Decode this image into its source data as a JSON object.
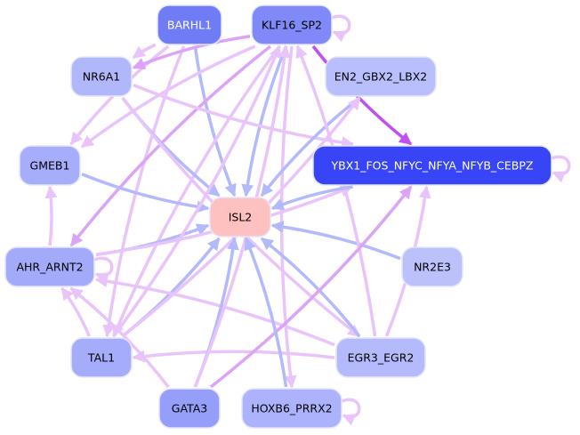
{
  "graph": {
    "type": "directed-network",
    "nodes": [
      {
        "id": "BARHL1",
        "label": "BARHL1",
        "fill": "#6f7cf6",
        "text": "#ffffff"
      },
      {
        "id": "KLF16_SP2",
        "label": "KLF16_SP2",
        "fill": "#7f8af8",
        "text": "#000000"
      },
      {
        "id": "NR6A1",
        "label": "NR6A1",
        "fill": "#b1b7fb",
        "text": "#000000"
      },
      {
        "id": "EN2_GBX2_LBX2",
        "label": "EN2_GBX2_LBX2",
        "fill": "#b9bffc",
        "text": "#000000"
      },
      {
        "id": "GMEB1",
        "label": "GMEB1",
        "fill": "#a6adfa",
        "text": "#000000"
      },
      {
        "id": "YBX1_FOS_NFYC_NFYA_NFYB_CEBPZ",
        "label": "YBX1_FOS_NFYC_NFYA_NFYB_CEBPZ",
        "fill": "#3745f6",
        "text": "#ffffff"
      },
      {
        "id": "ISL2",
        "label": "ISL2",
        "fill": "#ffc0c0",
        "text": "#000000"
      },
      {
        "id": "AHR_ARNT2",
        "label": "AHR_ARNT2",
        "fill": "#a3aaf9",
        "text": "#000000"
      },
      {
        "id": "NR2E3",
        "label": "NR2E3",
        "fill": "#bcc1fc",
        "text": "#000000"
      },
      {
        "id": "TAL1",
        "label": "TAL1",
        "fill": "#a5acfa",
        "text": "#000000"
      },
      {
        "id": "EGR3_EGR2",
        "label": "EGR3_EGR2",
        "fill": "#b4bafb",
        "text": "#000000"
      },
      {
        "id": "GATA3",
        "label": "GATA3",
        "fill": "#959ef9",
        "text": "#000000"
      },
      {
        "id": "HOXB6_PRRX2",
        "label": "HOXB6_PRRX2",
        "fill": "#acb2fb",
        "text": "#000000"
      }
    ],
    "edge_colors": {
      "blue": "#b3bafb",
      "light_purple": "#e8c4fb",
      "mid_purple": "#dca4f7",
      "dark_purple": "#c050f0"
    },
    "edges": [
      {
        "from": "BARHL1",
        "to": "ISL2",
        "color": "blue"
      },
      {
        "from": "BARHL1",
        "to": "NR6A1",
        "color": "light_purple"
      },
      {
        "from": "BARHL1",
        "to": "GMEB1",
        "color": "light_purple"
      },
      {
        "from": "BARHL1",
        "to": "TAL1",
        "color": "light_purple"
      },
      {
        "from": "KLF16_SP2",
        "to": "KLF16_SP2",
        "color": "light_purple"
      },
      {
        "from": "KLF16_SP2",
        "to": "NR6A1",
        "color": "mid_purple"
      },
      {
        "from": "KLF16_SP2",
        "to": "ISL2",
        "color": "blue"
      },
      {
        "from": "KLF16_SP2",
        "to": "YBX1_FOS_NFYC_NFYA_NFYB_CEBPZ",
        "color": "dark_purple"
      },
      {
        "from": "KLF16_SP2",
        "to": "AHR_ARNT2",
        "color": "mid_purple"
      },
      {
        "from": "KLF16_SP2",
        "to": "GMEB1",
        "color": "light_purple"
      },
      {
        "from": "KLF16_SP2",
        "to": "TAL1",
        "color": "light_purple"
      },
      {
        "from": "KLF16_SP2",
        "to": "HOXB6_PRRX2",
        "color": "light_purple"
      },
      {
        "from": "NR6A1",
        "to": "ISL2",
        "color": "blue"
      },
      {
        "from": "NR6A1",
        "to": "YBX1_FOS_NFYC_NFYA_NFYB_CEBPZ",
        "color": "light_purple"
      },
      {
        "from": "NR6A1",
        "to": "EGR3_EGR2",
        "color": "light_purple"
      },
      {
        "from": "EN2_GBX2_LBX2",
        "to": "ISL2",
        "color": "blue"
      },
      {
        "from": "GMEB1",
        "to": "ISL2",
        "color": "blue"
      },
      {
        "from": "AHR_ARNT2",
        "to": "AHR_ARNT2",
        "color": "light_purple"
      },
      {
        "from": "AHR_ARNT2",
        "to": "ISL2",
        "color": "blue"
      },
      {
        "from": "AHR_ARNT2",
        "to": "GMEB1",
        "color": "light_purple"
      },
      {
        "from": "AHR_ARNT2",
        "to": "YBX1_FOS_NFYC_NFYA_NFYB_CEBPZ",
        "color": "light_purple"
      },
      {
        "from": "NR2E3",
        "to": "ISL2",
        "color": "blue"
      },
      {
        "from": "TAL1",
        "to": "AHR_ARNT2",
        "color": "light_purple"
      },
      {
        "from": "TAL1",
        "to": "ISL2",
        "color": "blue"
      },
      {
        "from": "TAL1",
        "to": "KLF16_SP2",
        "color": "light_purple"
      },
      {
        "from": "TAL1",
        "to": "EN2_GBX2_LBX2",
        "color": "light_purple"
      },
      {
        "from": "EGR3_EGR2",
        "to": "ISL2",
        "color": "blue"
      },
      {
        "from": "EGR3_EGR2",
        "to": "AHR_ARNT2",
        "color": "light_purple"
      },
      {
        "from": "EGR3_EGR2",
        "to": "TAL1",
        "color": "light_purple"
      },
      {
        "from": "EGR3_EGR2",
        "to": "KLF16_SP2",
        "color": "light_purple"
      },
      {
        "from": "EGR3_EGR2",
        "to": "YBX1_FOS_NFYC_NFYA_NFYB_CEBPZ",
        "color": "light_purple"
      },
      {
        "from": "GATA3",
        "to": "ISL2",
        "color": "blue"
      },
      {
        "from": "GATA3",
        "to": "AHR_ARNT2",
        "color": "light_purple"
      },
      {
        "from": "GATA3",
        "to": "YBX1_FOS_NFYC_NFYA_NFYB_CEBPZ",
        "color": "mid_purple"
      },
      {
        "from": "GATA3",
        "to": "KLF16_SP2",
        "color": "light_purple"
      },
      {
        "from": "HOXB6_PRRX2",
        "to": "HOXB6_PRRX2",
        "color": "light_purple"
      },
      {
        "from": "HOXB6_PRRX2",
        "to": "ISL2",
        "color": "blue"
      },
      {
        "from": "YBX1_FOS_NFYC_NFYA_NFYB_CEBPZ",
        "to": "YBX1_FOS_NFYC_NFYA_NFYB_CEBPZ",
        "color": "light_purple"
      },
      {
        "from": "YBX1_FOS_NFYC_NFYA_NFYB_CEBPZ",
        "to": "ISL2",
        "color": "blue"
      }
    ]
  }
}
